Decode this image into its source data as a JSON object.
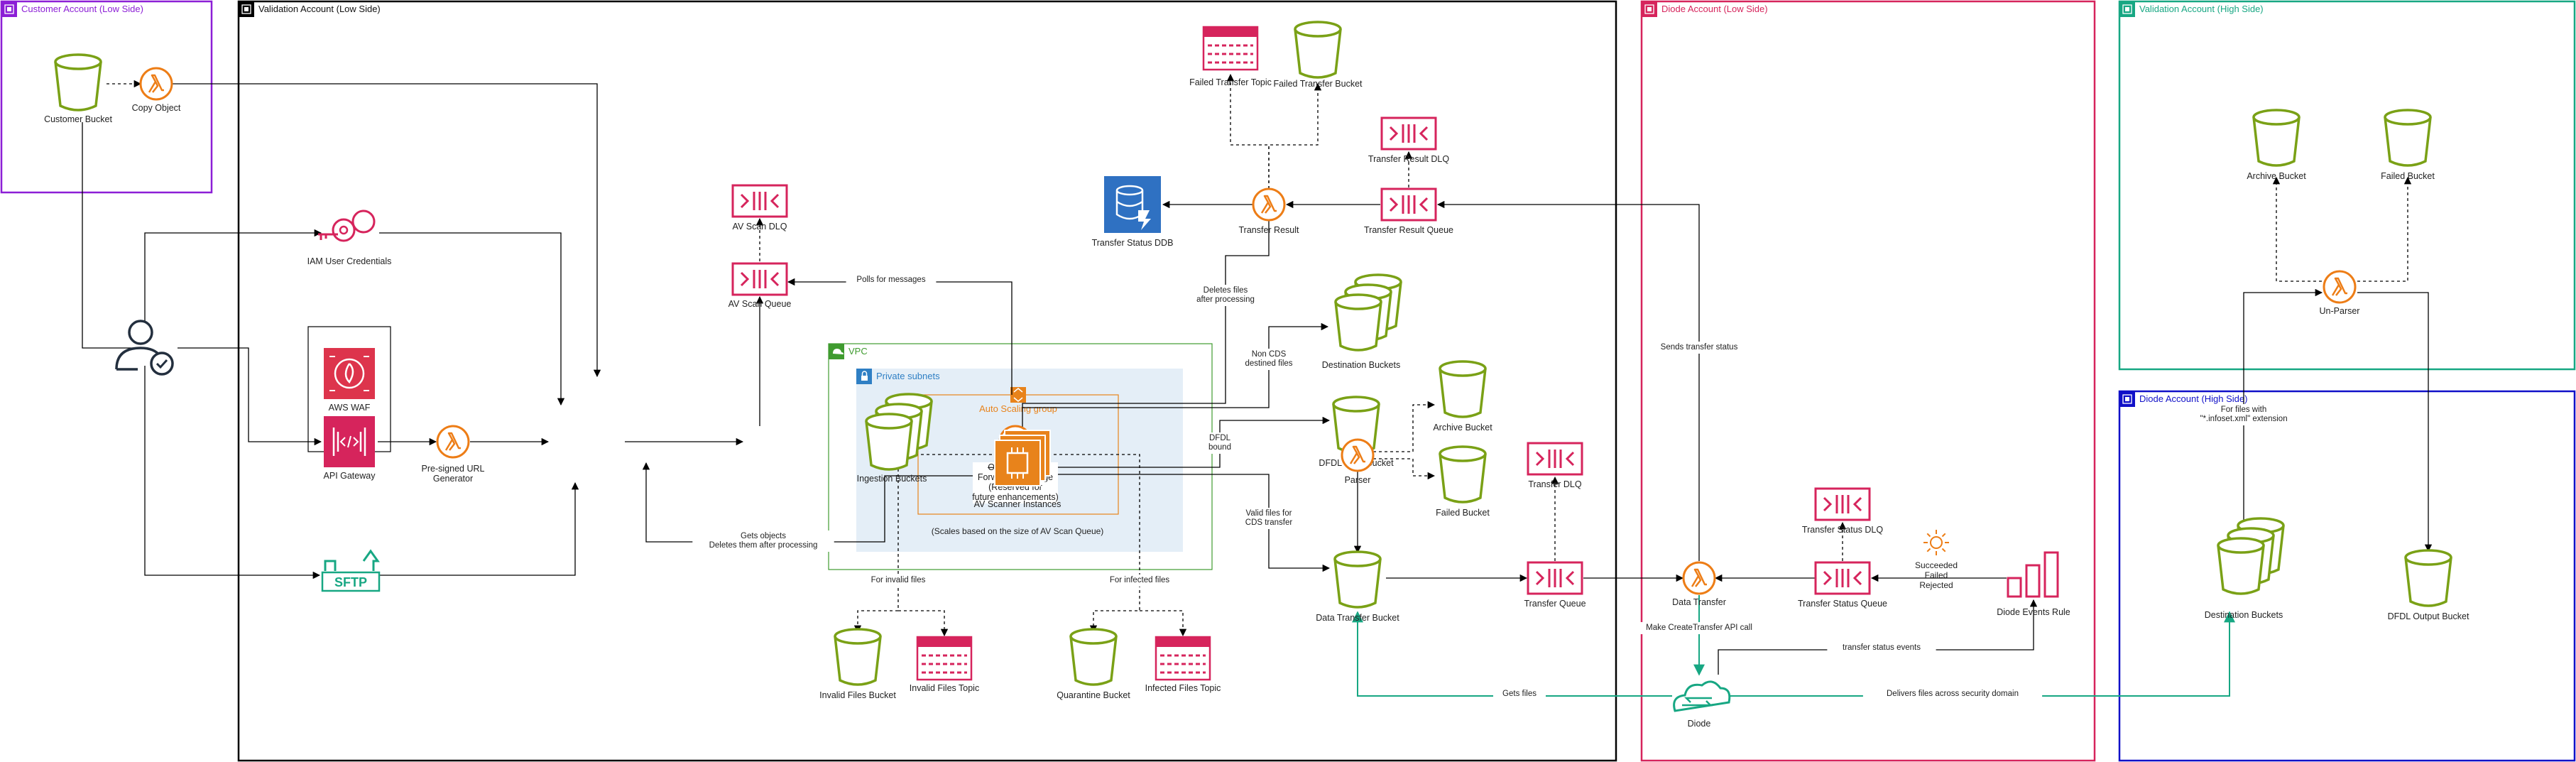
{
  "colors": {
    "customer": "#8c1fd6",
    "validation_low": "#000000",
    "diode_low": "#d6245c",
    "validation_high": "#17a783",
    "diode_high": "#1010c8",
    "vpc": "#3f9b2f",
    "subnet_fill": "#e4eef7",
    "subnet_line": "#2f7fc4",
    "asg": "#e8831b",
    "bucket": "#7aa116",
    "lambda": "#ed7d16",
    "queue": "#d6245c",
    "ddb": "#2f71c2",
    "diode": "#17a783",
    "edge": "#000000"
  },
  "containers": [
    {
      "id": "customer",
      "label": "Customer Account (Low Side)",
      "color": "customer",
      "icon": "account-icon"
    },
    {
      "id": "validation_low",
      "label": "Validation Account (Low Side)",
      "color": "validation_low",
      "icon": "account-icon"
    },
    {
      "id": "diode_low",
      "label": "Diode Account (Low Side)",
      "color": "diode_low",
      "icon": "account-icon"
    },
    {
      "id": "validation_high",
      "label": "Validation Account (High Side)",
      "color": "validation_high",
      "icon": "account-icon"
    },
    {
      "id": "diode_high",
      "label": "Diode Account (High Side)",
      "color": "diode_high",
      "icon": "account-icon"
    },
    {
      "id": "vpc",
      "label": "VPC",
      "color": "vpc",
      "icon": "vpc-icon"
    },
    {
      "id": "private_subnets",
      "label": "Private subnets",
      "color": "subnet_line",
      "icon": "lock-icon"
    },
    {
      "id": "asg",
      "label": "Auto Scaling group",
      "color": "asg",
      "icon": "auto-scaling-icon"
    }
  ],
  "nodes": [
    {
      "id": "customer_bucket",
      "type": "bucket",
      "label": "Customer Bucket"
    },
    {
      "id": "copy_object",
      "type": "lambda",
      "label": "Copy Object"
    },
    {
      "id": "iam_creds",
      "type": "iam",
      "label": "IAM User Credentials"
    },
    {
      "id": "user",
      "type": "user",
      "label": ""
    },
    {
      "id": "waf",
      "type": "waf",
      "label": "AWS WAF"
    },
    {
      "id": "api_gateway",
      "type": "apigw",
      "label": "API Gateway"
    },
    {
      "id": "presigned_url",
      "type": "lambda",
      "label": "Pre-signed URL\nGenerator"
    },
    {
      "id": "ingestion_buckets",
      "type": "buckets",
      "label": "Ingestion Buckets"
    },
    {
      "id": "sftp",
      "type": "sftp",
      "label": ""
    },
    {
      "id": "av_scan_dlq",
      "type": "queue",
      "label": "AV Scan DLQ"
    },
    {
      "id": "av_scan_queue",
      "type": "queue",
      "label": "AV Scan Queue"
    },
    {
      "id": "object_tagger",
      "type": "lambda",
      "label": "Object Tagger\nForwards message\n(Reserved for\nfuture enhancements)"
    },
    {
      "id": "av_scanner",
      "type": "ec2s",
      "label": "AV Scanner Instances"
    },
    {
      "id": "invalid_bucket",
      "type": "bucket",
      "label": "Invalid Files Bucket"
    },
    {
      "id": "invalid_topic",
      "type": "topic",
      "label": "Invalid Files Topic"
    },
    {
      "id": "quarantine_bucket",
      "type": "bucket",
      "label": "Quarantine Bucket"
    },
    {
      "id": "infected_topic",
      "type": "topic",
      "label": "Infected Files Topic"
    },
    {
      "id": "failed_topic",
      "type": "topic",
      "label": "Failed Transfer Topic"
    },
    {
      "id": "failed_transfer_bucket",
      "type": "bucket",
      "label": "Failed Transfer Bucket"
    },
    {
      "id": "transfer_status_ddb",
      "type": "ddb",
      "label": "Transfer Status DDB"
    },
    {
      "id": "transfer_result",
      "type": "lambda",
      "label": "Transfer Result"
    },
    {
      "id": "transfer_result_dlq",
      "type": "queue",
      "label": "Transfer Result DLQ"
    },
    {
      "id": "transfer_result_queue",
      "type": "queue",
      "label": "Transfer Result Queue"
    },
    {
      "id": "destination_buckets_low",
      "type": "buckets",
      "label": "Destination Buckets"
    },
    {
      "id": "dfdl_input_bucket",
      "type": "bucket",
      "label": "DFDL Input Bucket"
    },
    {
      "id": "archive_bucket_low",
      "type": "bucket",
      "label": "Archive Bucket"
    },
    {
      "id": "failed_bucket_low",
      "type": "bucket",
      "label": "Failed Bucket"
    },
    {
      "id": "parser",
      "type": "lambda",
      "label": "Parser"
    },
    {
      "id": "data_transfer_bucket",
      "type": "bucket",
      "label": "Data Transfer Bucket"
    },
    {
      "id": "transfer_dlq",
      "type": "queue",
      "label": "Transfer DLQ"
    },
    {
      "id": "transfer_queue",
      "type": "queue",
      "label": "Transfer Queue"
    },
    {
      "id": "data_transfer",
      "type": "lambda",
      "label": "Data Transfer"
    },
    {
      "id": "transfer_status_dlq",
      "type": "queue",
      "label": "Transfer Status DLQ"
    },
    {
      "id": "transfer_status_queue",
      "type": "queue",
      "label": "Transfer Status Queue"
    },
    {
      "id": "diode_events_rule",
      "type": "events",
      "label": "Diode Events Rule"
    },
    {
      "id": "diode",
      "type": "diode",
      "label": "Diode"
    },
    {
      "id": "archive_bucket_high",
      "type": "bucket",
      "label": "Archive Bucket"
    },
    {
      "id": "failed_bucket_high",
      "type": "bucket",
      "label": "Failed Bucket"
    },
    {
      "id": "unparser",
      "type": "lambda",
      "label": "Un-Parser"
    },
    {
      "id": "destination_buckets_high",
      "type": "buckets",
      "label": "Destination Buckets"
    },
    {
      "id": "dfdl_output_bucket",
      "type": "bucket",
      "label": "DFDL Output Bucket"
    }
  ],
  "free_texts": [
    {
      "id": "scales_note",
      "text": "(Scales based on the size of AV Scan Queue)"
    },
    {
      "id": "events_states",
      "text": "Succeeded\nFailed\nRejected"
    }
  ],
  "edges": [
    {
      "id": "e_cust_copy",
      "label": ""
    },
    {
      "id": "e_copy_ingest",
      "label": ""
    },
    {
      "id": "e_user_cust",
      "label": ""
    },
    {
      "id": "e_user_iam",
      "label": ""
    },
    {
      "id": "e_iam_ingest",
      "label": ""
    },
    {
      "id": "e_user_api",
      "label": ""
    },
    {
      "id": "e_api_presigned",
      "label": ""
    },
    {
      "id": "e_presigned_ingest",
      "label": ""
    },
    {
      "id": "e_user_sftp",
      "label": ""
    },
    {
      "id": "e_sftp_ingest",
      "label": ""
    },
    {
      "id": "e_ingest_tagger",
      "label": ""
    },
    {
      "id": "e_tagger_queue",
      "label": ""
    },
    {
      "id": "e_queue_dlq",
      "label": ""
    },
    {
      "id": "e_scanner_poll",
      "label": "Polls for messages"
    },
    {
      "id": "e_scanner_gets",
      "label": "Gets objects\nDeletes them after processing"
    },
    {
      "id": "e_scanner_invalid",
      "label": "For invalid files"
    },
    {
      "id": "e_scanner_infected",
      "label": "For infected files"
    },
    {
      "id": "e_scanner_nocds",
      "label": "Non CDS\ndestined files"
    },
    {
      "id": "e_scanner_dfdl",
      "label": "DFDL\nbound"
    },
    {
      "id": "e_scanner_valid",
      "label": "Valid files for\nCDS transfer"
    },
    {
      "id": "e_parser_archive",
      "label": ""
    },
    {
      "id": "e_parser_failed",
      "label": ""
    },
    {
      "id": "e_dfdl_parser",
      "label": ""
    },
    {
      "id": "e_parser_dtb",
      "label": ""
    },
    {
      "id": "e_dtb_tq",
      "label": ""
    },
    {
      "id": "e_tq_dlq",
      "label": ""
    },
    {
      "id": "e_tq_dt",
      "label": ""
    },
    {
      "id": "e_dt_diode",
      "label": "Make CreateTransfer API call"
    },
    {
      "id": "e_diode_dtb",
      "label": "Gets files"
    },
    {
      "id": "e_diode_dest",
      "label": "Delivers files across security domain"
    },
    {
      "id": "e_diode_events",
      "label": "transfer status events"
    },
    {
      "id": "e_events_tsq",
      "label": ""
    },
    {
      "id": "e_tsq_dlq",
      "label": ""
    },
    {
      "id": "e_tsq_dt",
      "label": ""
    },
    {
      "id": "e_dt_trq",
      "label": "Sends transfer status"
    },
    {
      "id": "e_trq_dlq",
      "label": ""
    },
    {
      "id": "e_trq_tr",
      "label": ""
    },
    {
      "id": "e_tr_ddb",
      "label": ""
    },
    {
      "id": "e_tr_failtopic",
      "label": ""
    },
    {
      "id": "e_tr_failbucket",
      "label": ""
    },
    {
      "id": "e_tr_delete",
      "label": "Deletes files\nafter processing"
    },
    {
      "id": "e_dest_unparser",
      "label": "For files with\n\"*.infoset.xml\" extension"
    },
    {
      "id": "e_unparser_archive",
      "label": ""
    },
    {
      "id": "e_unparser_failed",
      "label": ""
    },
    {
      "id": "e_unparser_dfdl_out",
      "label": ""
    }
  ]
}
